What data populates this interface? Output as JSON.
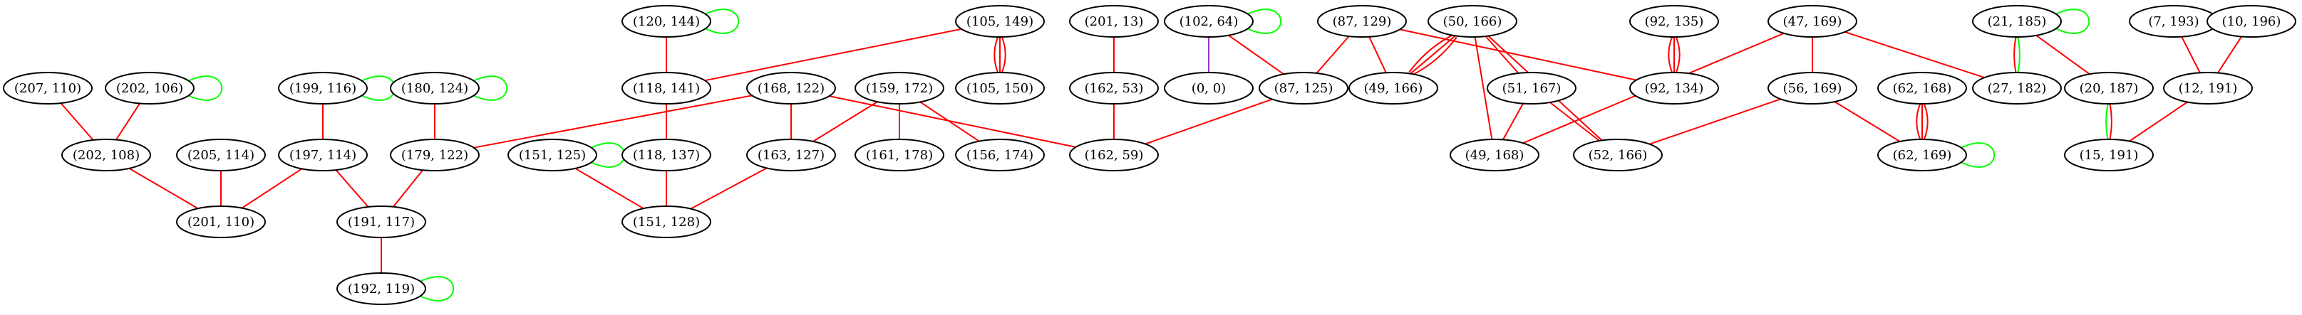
{
  "colors": {
    "red": "#ff0000",
    "green": "#00ff00",
    "purple": "#9933cc",
    "node_stroke": "#000000",
    "background": "#ffffff"
  },
  "nodes": [
    {
      "id": "n207_110",
      "label": "(207, 110)"
    },
    {
      "id": "n202_106",
      "label": "(202, 106)"
    },
    {
      "id": "n202_108",
      "label": "(202, 108)"
    },
    {
      "id": "n205_114",
      "label": "(205, 114)"
    },
    {
      "id": "n201_110",
      "label": "(201, 110)"
    },
    {
      "id": "n199_116",
      "label": "(199, 116)"
    },
    {
      "id": "n197_114",
      "label": "(197, 114)"
    },
    {
      "id": "n180_124",
      "label": "(180, 124)"
    },
    {
      "id": "n179_122",
      "label": "(179, 122)"
    },
    {
      "id": "n191_117",
      "label": "(191, 117)"
    },
    {
      "id": "n192_119",
      "label": "(192, 119)"
    },
    {
      "id": "n120_144",
      "label": "(120, 144)"
    },
    {
      "id": "n118_141",
      "label": "(118, 141)"
    },
    {
      "id": "n118_137",
      "label": "(118, 137)"
    },
    {
      "id": "n151_125",
      "label": "(151, 125)"
    },
    {
      "id": "n151_128",
      "label": "(151, 128)"
    },
    {
      "id": "n168_122",
      "label": "(168, 122)"
    },
    {
      "id": "n163_127",
      "label": "(163, 127)"
    },
    {
      "id": "n105_149",
      "label": "(105, 149)"
    },
    {
      "id": "n105_150",
      "label": "(105, 150)"
    },
    {
      "id": "n159_172",
      "label": "(159, 172)"
    },
    {
      "id": "n161_178",
      "label": "(161, 178)"
    },
    {
      "id": "n156_174",
      "label": "(156, 174)"
    },
    {
      "id": "n201_13",
      "label": "(201, 13)"
    },
    {
      "id": "n162_53",
      "label": "(162, 53)"
    },
    {
      "id": "n162_59",
      "label": "(162, 59)"
    },
    {
      "id": "n102_64",
      "label": "(102, 64)"
    },
    {
      "id": "n0_0",
      "label": "(0, 0)"
    },
    {
      "id": "n87_129",
      "label": "(87, 129)"
    },
    {
      "id": "n87_125",
      "label": "(87, 125)"
    },
    {
      "id": "n49_166",
      "label": "(49, 166)"
    },
    {
      "id": "n50_166",
      "label": "(50, 166)"
    },
    {
      "id": "n51_167",
      "label": "(51, 167)"
    },
    {
      "id": "n49_168",
      "label": "(49, 168)"
    },
    {
      "id": "n52_166",
      "label": "(52, 166)"
    },
    {
      "id": "n92_135",
      "label": "(92, 135)"
    },
    {
      "id": "n92_134",
      "label": "(92, 134)"
    },
    {
      "id": "n47_169",
      "label": "(47, 169)"
    },
    {
      "id": "n56_169",
      "label": "(56, 169)"
    },
    {
      "id": "n62_168",
      "label": "(62, 168)"
    },
    {
      "id": "n62_169",
      "label": "(62, 169)"
    },
    {
      "id": "n21_185",
      "label": "(21, 185)"
    },
    {
      "id": "n27_182",
      "label": "(27, 182)"
    },
    {
      "id": "n20_187",
      "label": "(20, 187)"
    },
    {
      "id": "n15_191",
      "label": "(15, 191)"
    },
    {
      "id": "n7_193",
      "label": "(7, 193)"
    },
    {
      "id": "n10_196",
      "label": "(10, 196)"
    },
    {
      "id": "n12_191",
      "label": "(12, 191)"
    }
  ],
  "edges": [
    {
      "source": "n207_110",
      "target": "n202_108",
      "colors": [
        "red"
      ]
    },
    {
      "source": "n202_106",
      "target": "n202_108",
      "colors": [
        "red"
      ]
    },
    {
      "source": "n202_106",
      "target": "n202_106",
      "colors": [
        "green"
      ]
    },
    {
      "source": "n202_108",
      "target": "n201_110",
      "colors": [
        "red"
      ]
    },
    {
      "source": "n205_114",
      "target": "n201_110",
      "colors": [
        "red"
      ]
    },
    {
      "source": "n199_116",
      "target": "n197_114",
      "colors": [
        "red"
      ]
    },
    {
      "source": "n199_116",
      "target": "n199_116",
      "colors": [
        "green"
      ]
    },
    {
      "source": "n197_114",
      "target": "n201_110",
      "colors": [
        "red"
      ]
    },
    {
      "source": "n197_114",
      "target": "n191_117",
      "colors": [
        "red"
      ]
    },
    {
      "source": "n180_124",
      "target": "n179_122",
      "colors": [
        "red"
      ]
    },
    {
      "source": "n180_124",
      "target": "n180_124",
      "colors": [
        "green"
      ]
    },
    {
      "source": "n179_122",
      "target": "n191_117",
      "colors": [
        "red"
      ]
    },
    {
      "source": "n191_117",
      "target": "n192_119",
      "colors": [
        "red"
      ]
    },
    {
      "source": "n192_119",
      "target": "n192_119",
      "colors": [
        "green"
      ]
    },
    {
      "source": "n120_144",
      "target": "n118_141",
      "colors": [
        "red"
      ]
    },
    {
      "source": "n120_144",
      "target": "n120_144",
      "colors": [
        "green"
      ]
    },
    {
      "source": "n105_149",
      "target": "n118_141",
      "colors": [
        "red"
      ]
    },
    {
      "source": "n118_141",
      "target": "n118_137",
      "colors": [
        "red"
      ]
    },
    {
      "source": "n118_137",
      "target": "n151_128",
      "colors": [
        "red"
      ]
    },
    {
      "source": "n151_125",
      "target": "n151_128",
      "colors": [
        "red"
      ]
    },
    {
      "source": "n151_125",
      "target": "n151_125",
      "colors": [
        "green"
      ]
    },
    {
      "source": "n168_122",
      "target": "n179_122",
      "colors": [
        "red"
      ]
    },
    {
      "source": "n168_122",
      "target": "n163_127",
      "colors": [
        "red"
      ]
    },
    {
      "source": "n168_122",
      "target": "n162_59",
      "colors": [
        "red"
      ]
    },
    {
      "source": "n163_127",
      "target": "n151_128",
      "colors": [
        "red"
      ]
    },
    {
      "source": "n105_149",
      "target": "n105_150",
      "colors": [
        "red",
        "red",
        "red"
      ]
    },
    {
      "source": "n159_172",
      "target": "n163_127",
      "colors": [
        "red"
      ]
    },
    {
      "source": "n159_172",
      "target": "n161_178",
      "colors": [
        "red"
      ]
    },
    {
      "source": "n159_172",
      "target": "n156_174",
      "colors": [
        "red"
      ]
    },
    {
      "source": "n201_13",
      "target": "n162_53",
      "colors": [
        "red"
      ]
    },
    {
      "source": "n162_53",
      "target": "n162_59",
      "colors": [
        "red"
      ]
    },
    {
      "source": "n102_64",
      "target": "n0_0",
      "colors": [
        "purple"
      ]
    },
    {
      "source": "n102_64",
      "target": "n87_125",
      "colors": [
        "red"
      ]
    },
    {
      "source": "n102_64",
      "target": "n102_64",
      "colors": [
        "green"
      ]
    },
    {
      "source": "n87_125",
      "target": "n162_59",
      "colors": [
        "red"
      ]
    },
    {
      "source": "n87_129",
      "target": "n87_125",
      "colors": [
        "red"
      ]
    },
    {
      "source": "n87_129",
      "target": "n49_166",
      "colors": [
        "red"
      ]
    },
    {
      "source": "n87_129",
      "target": "n92_134",
      "colors": [
        "red"
      ]
    },
    {
      "source": "n50_166",
      "target": "n49_166",
      "colors": [
        "red",
        "red",
        "red"
      ]
    },
    {
      "source": "n50_166",
      "target": "n51_167",
      "colors": [
        "red"
      ]
    },
    {
      "source": "n50_166",
      "target": "n49_168",
      "colors": [
        "red"
      ]
    },
    {
      "source": "n50_166",
      "target": "n52_166",
      "colors": [
        "red"
      ]
    },
    {
      "source": "n51_167",
      "target": "n49_168",
      "colors": [
        "red"
      ]
    },
    {
      "source": "n51_167",
      "target": "n52_166",
      "colors": [
        "red"
      ]
    },
    {
      "source": "n92_135",
      "target": "n92_134",
      "colors": [
        "red",
        "red",
        "red"
      ]
    },
    {
      "source": "n47_169",
      "target": "n56_169",
      "colors": [
        "red"
      ]
    },
    {
      "source": "n47_169",
      "target": "n49_168",
      "colors": [
        "red"
      ]
    },
    {
      "source": "n47_169",
      "target": "n27_182",
      "colors": [
        "red"
      ]
    },
    {
      "source": "n56_169",
      "target": "n52_166",
      "colors": [
        "red"
      ]
    },
    {
      "source": "n56_169",
      "target": "n62_169",
      "colors": [
        "red"
      ]
    },
    {
      "source": "n62_168",
      "target": "n62_169",
      "colors": [
        "red",
        "red",
        "red"
      ]
    },
    {
      "source": "n62_169",
      "target": "n62_169",
      "colors": [
        "green"
      ]
    },
    {
      "source": "n21_185",
      "target": "n27_182",
      "colors": [
        "green",
        "red"
      ]
    },
    {
      "source": "n21_185",
      "target": "n20_187",
      "colors": [
        "red"
      ]
    },
    {
      "source": "n21_185",
      "target": "n21_185",
      "colors": [
        "green"
      ]
    },
    {
      "source": "n20_187",
      "target": "n15_191",
      "colors": [
        "red",
        "green"
      ]
    },
    {
      "source": "n7_193",
      "target": "n12_191",
      "colors": [
        "red"
      ]
    },
    {
      "source": "n10_196",
      "target": "n12_191",
      "colors": [
        "red"
      ]
    },
    {
      "source": "n12_191",
      "target": "n15_191",
      "colors": [
        "red"
      ]
    }
  ]
}
